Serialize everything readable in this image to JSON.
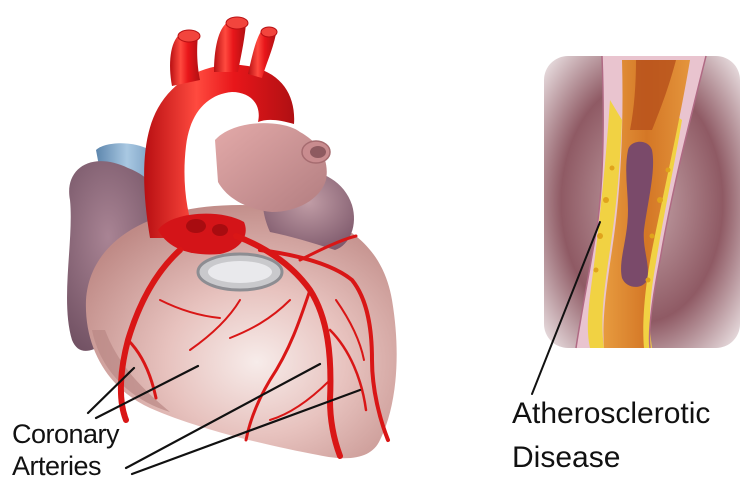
{
  "labels": {
    "coronary_line1": "Coronary",
    "coronary_line2": "Arteries",
    "athero_line1": "Atherosclerotic",
    "athero_line2": "Disease"
  },
  "colors": {
    "aorta_red": "#e8161a",
    "artery_red": "#d91616",
    "heart_body": "#d9a5a0",
    "heart_highlight": "#f4e6e4",
    "vena_cava_blue": "#7fa7c9",
    "atrium_purple": "#8a6a7a",
    "plaque_yellow": "#f1d243",
    "vessel_wall_pink": "#e9c4cf",
    "clot_purple": "#7a4a6a",
    "blood_orange": "#d9852c",
    "label_text": "#111111",
    "pointer_line": "#111111"
  },
  "icons": {
    "heart": "heart-illustration",
    "artery": "artery-cross-section-illustration"
  }
}
